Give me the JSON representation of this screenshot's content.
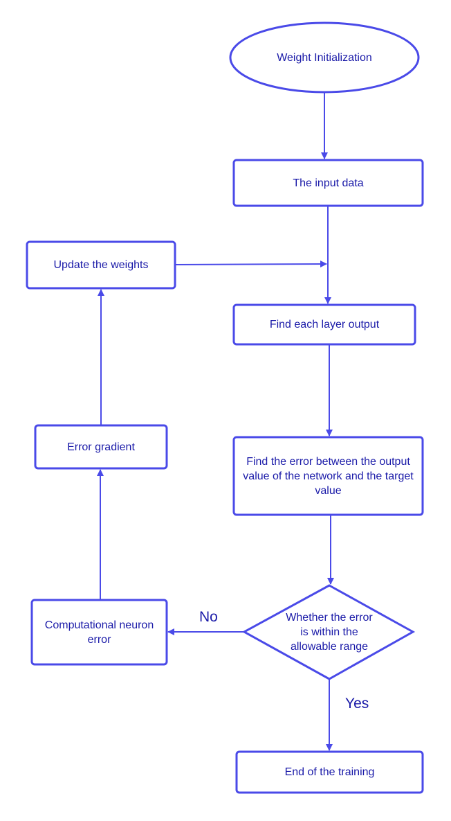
{
  "nodes": {
    "weight_init": "Weight Initialization",
    "input_data": "The input data",
    "layer_output": "Find each layer output",
    "find_error": "Find the error between the output value of the network and the target value",
    "decision": "Whether the error is within the allowable range",
    "end_training": "End of the training",
    "neuron_error": "Computational neuron error",
    "error_gradient": "Error gradient",
    "update_weights": "Update the weights"
  },
  "edges": {
    "no_label": "No",
    "yes_label": "Yes"
  },
  "colors": {
    "stroke": "#4a4ae8",
    "text": "#1a1aa8",
    "background": "#ffffff"
  }
}
